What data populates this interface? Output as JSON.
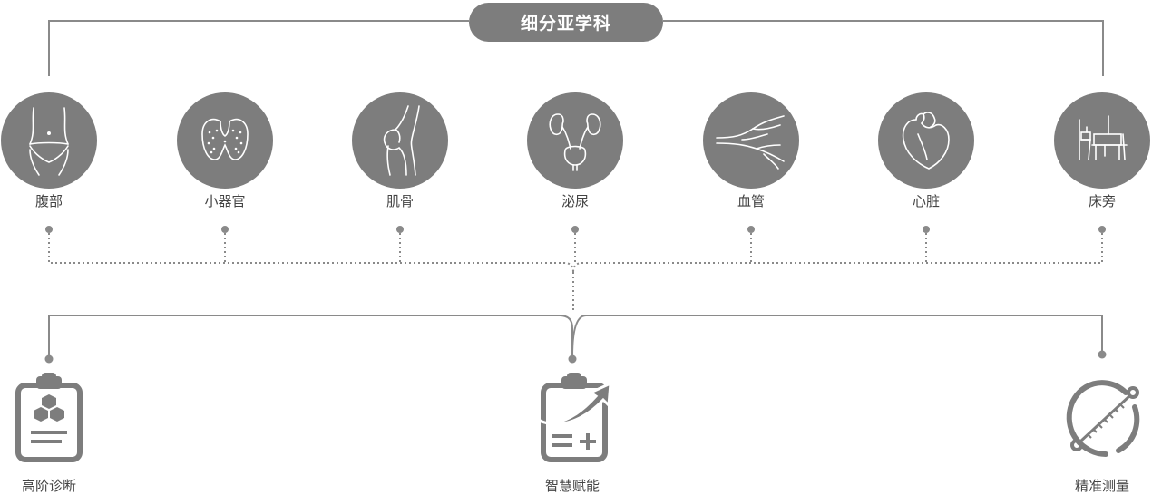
{
  "title": "细分亚学科",
  "subspecialties": [
    {
      "label": "腹部",
      "icon": "abdomen-icon"
    },
    {
      "label": "小器官",
      "icon": "thyroid-icon"
    },
    {
      "label": "肌骨",
      "icon": "knee-joint-icon"
    },
    {
      "label": "泌尿",
      "icon": "urinary-icon"
    },
    {
      "label": "血管",
      "icon": "blood-vessel-icon"
    },
    {
      "label": "心脏",
      "icon": "heart-icon"
    },
    {
      "label": "床旁",
      "icon": "bedside-icon"
    }
  ],
  "features": [
    {
      "label": "高阶诊断",
      "icon": "clipboard-cubes-icon"
    },
    {
      "label": "智慧赋能",
      "icon": "clipboard-arrow-icon"
    },
    {
      "label": "精准测量",
      "icon": "caliper-measure-icon"
    }
  ],
  "colors": {
    "primary": "#7d7d7d",
    "line": "#8a8a8a",
    "text": "#444444"
  }
}
